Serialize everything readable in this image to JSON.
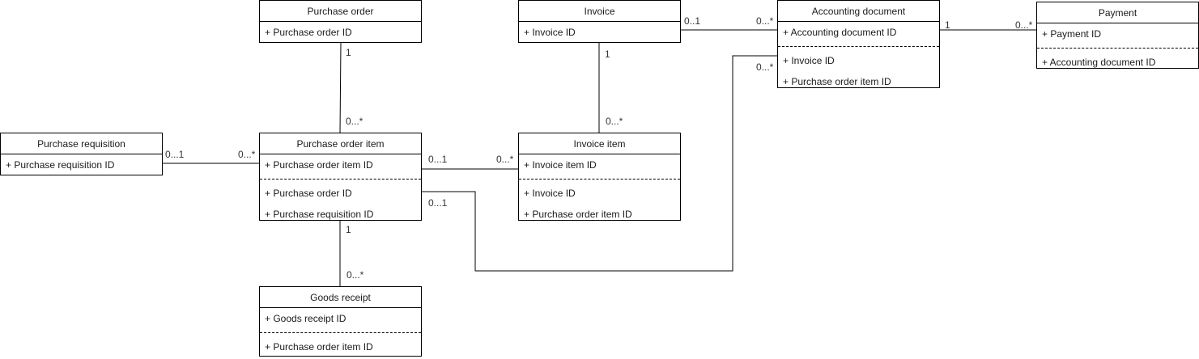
{
  "classes": {
    "purchase_requisition": {
      "title": "Purchase requisition",
      "keys": [
        "+ Purchase requisition ID"
      ],
      "fks": []
    },
    "purchase_order": {
      "title": "Purchase order",
      "keys": [
        "+ Purchase order ID"
      ],
      "fks": []
    },
    "purchase_order_item": {
      "title": "Purchase order item",
      "keys": [
        "+ Purchase order item ID"
      ],
      "fks": [
        "+ Purchase order ID",
        "+ Purchase requisition ID"
      ]
    },
    "goods_receipt": {
      "title": "Goods receipt",
      "keys": [
        "+ Goods receipt ID"
      ],
      "fks": [
        "+ Purchase order item ID"
      ]
    },
    "invoice": {
      "title": "Invoice",
      "keys": [
        "+ Invoice ID"
      ],
      "fks": []
    },
    "invoice_item": {
      "title": "Invoice item",
      "keys": [
        "+ Invoice item ID"
      ],
      "fks": [
        "+ Invoice ID",
        "+ Purchase order item ID"
      ]
    },
    "accounting_document": {
      "title": "Accounting document",
      "keys": [
        "+ Accounting document ID"
      ],
      "fks": [
        "+ Invoice ID",
        "+ Purchase order item ID"
      ]
    },
    "payment": {
      "title": "Payment",
      "keys": [
        "+ Payment ID"
      ],
      "fks": [
        "+ Accounting document ID"
      ]
    }
  },
  "associations": [
    {
      "from": "Purchase requisition",
      "to": "Purchase order item",
      "from_mult": "0...1",
      "to_mult": "0...*"
    },
    {
      "from": "Purchase order",
      "to": "Purchase order item",
      "from_mult": "1",
      "to_mult": "0...*"
    },
    {
      "from": "Purchase order item",
      "to": "Goods receipt",
      "from_mult": "1",
      "to_mult": "0...*"
    },
    {
      "from": "Purchase order item",
      "to": "Invoice item",
      "from_mult": "0...1",
      "to_mult": "0...*"
    },
    {
      "from": "Purchase order item",
      "to": "Accounting document",
      "from_mult": "0...1",
      "to_mult": "0...*"
    },
    {
      "from": "Invoice",
      "to": "Invoice item",
      "from_mult": "1",
      "to_mult": "0...*"
    },
    {
      "from": "Invoice",
      "to": "Accounting document",
      "from_mult": "0..1",
      "to_mult": "0...*"
    },
    {
      "from": "Accounting document",
      "to": "Payment",
      "from_mult": "1",
      "to_mult": "0...*"
    }
  ]
}
